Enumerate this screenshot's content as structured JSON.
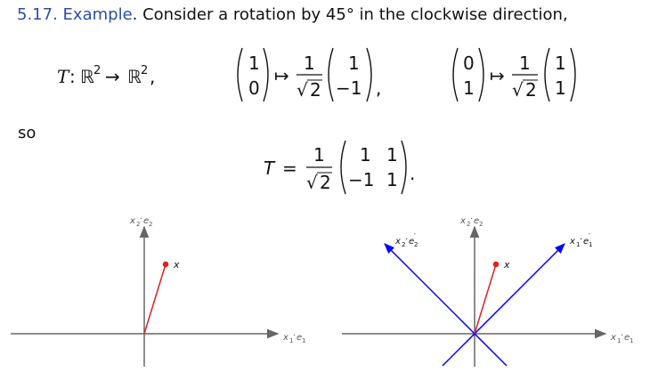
{
  "heading": {
    "number": "5.17.",
    "keyword": "Example",
    "text": ". Consider a rotation by 45° in the clockwise direction,"
  },
  "so_word": "so",
  "math": {
    "map_name": "T",
    "colon": ":",
    "domain": "ℝ",
    "codomain": "ℝ",
    "exponent": "2",
    "arrow": "→",
    "mapsto": "↦",
    "comma": ",",
    "equals": "=",
    "period": ".",
    "frac_num": "1",
    "sqrt_sign": "√",
    "sqrt_arg": "2",
    "e1": [
      "1",
      "0"
    ],
    "image_e1": [
      "1",
      "−1"
    ],
    "e2": [
      "0",
      "1"
    ],
    "image_e2": [
      "1",
      "1"
    ],
    "matrix_row1": [
      "1",
      "1"
    ],
    "matrix_row2": [
      "−1",
      "1"
    ]
  },
  "diagram_labels": {
    "x_axis": [
      "x",
      "1",
      "e",
      "1"
    ],
    "y_axis": [
      "x",
      "2",
      "e",
      "2"
    ],
    "point": "x",
    "rot_x": [
      "x",
      "1",
      "e",
      "1",
      "′"
    ],
    "rot_y": [
      "x",
      "2",
      "e",
      "2",
      "′"
    ]
  },
  "colors": {
    "heading_accent": "#2b4fa8",
    "axis": "#666666",
    "rotated_axes": "#0000ff",
    "vector": "#dd2222"
  }
}
